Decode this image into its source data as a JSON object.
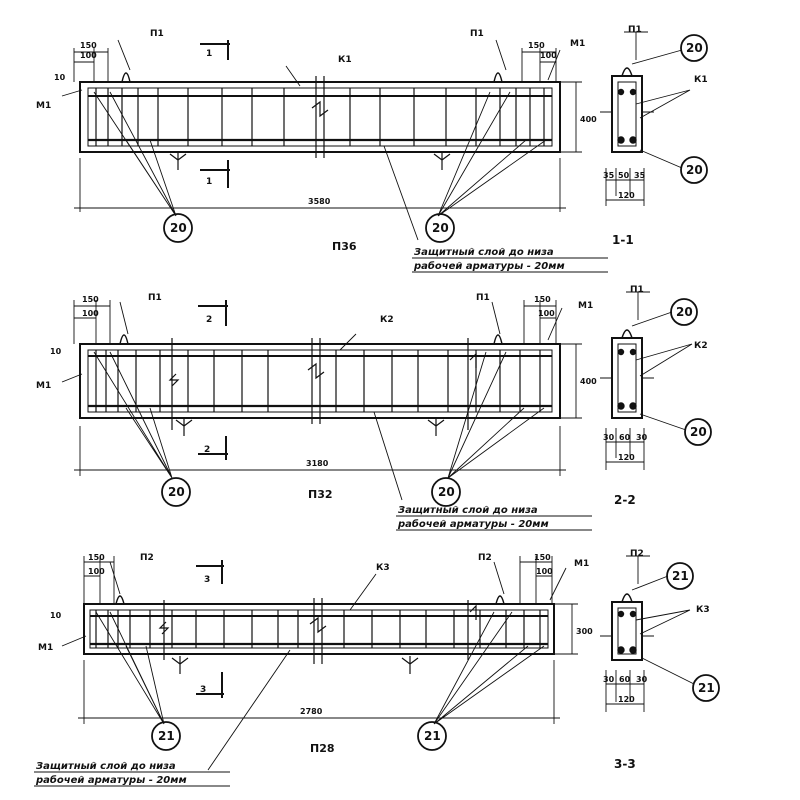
{
  "beams": [
    {
      "mark": "П36",
      "frame": "К1",
      "section_mark": "1",
      "section_title": "1-1",
      "dims": {
        "length": "3580",
        "end_a": "150",
        "end_b": "100",
        "edge": "10",
        "height": "400",
        "sec_left": "35",
        "sec_mid": "50",
        "sec_right": "35",
        "sec_width": "120"
      },
      "loop_mark": "П1",
      "plate_mark": "М1",
      "rebar_callout": "20",
      "note_line1": "Защитный слой до низа",
      "note_line2": "рабочей арматуры - 20мм"
    },
    {
      "mark": "П32",
      "frame": "К2",
      "section_mark": "2",
      "section_title": "2-2",
      "dims": {
        "length": "3180",
        "end_a": "150",
        "end_b": "100",
        "edge": "10",
        "height": "400",
        "sec_left": "30",
        "sec_mid": "60",
        "sec_right": "30",
        "sec_width": "120"
      },
      "loop_mark": "П1",
      "plate_mark": "М1",
      "rebar_callout": "20",
      "note_line1": "Защитный слой до низа",
      "note_line2": "рабочей арматуры - 20мм"
    },
    {
      "mark": "П28",
      "frame": "К3",
      "section_mark": "3",
      "section_title": "3-3",
      "dims": {
        "length": "2780",
        "end_a": "150",
        "end_b": "100",
        "edge": "10",
        "height": "300",
        "sec_left": "30",
        "sec_mid": "60",
        "sec_right": "30",
        "sec_width": "120"
      },
      "loop_mark": "П2",
      "plate_mark": "М1",
      "rebar_callout": "21",
      "note_line1": "Защитный слой до низа",
      "note_line2": "рабочей арматуры - 20мм"
    }
  ]
}
